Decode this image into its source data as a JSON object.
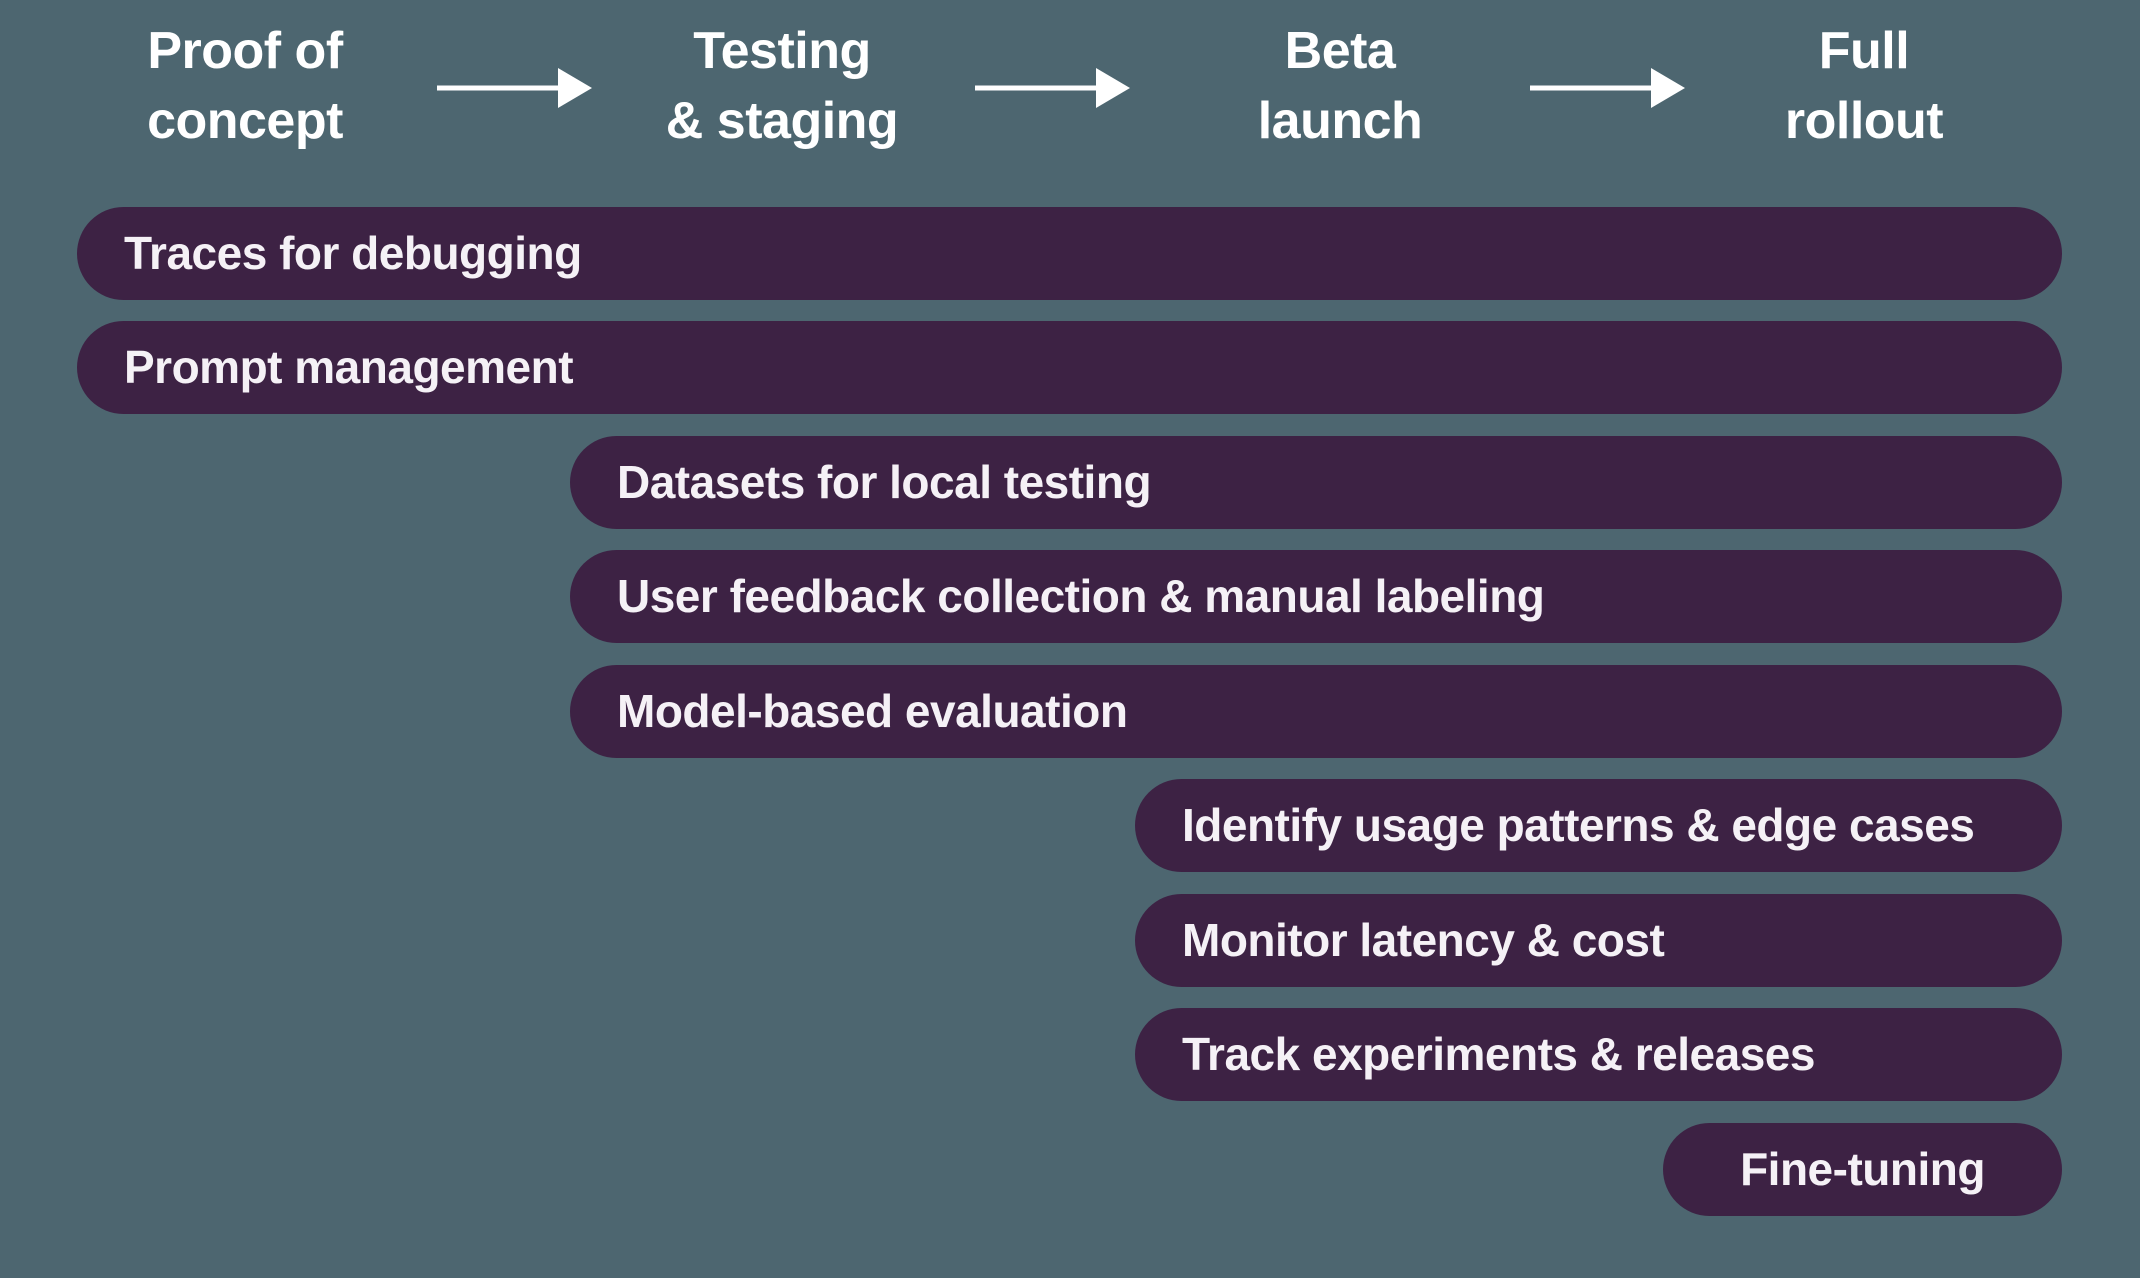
{
  "colors": {
    "background": "#4d6670",
    "bar": "#3d2244",
    "header_text": "#ffffff",
    "bar_text": "#f5f1f6"
  },
  "stages": [
    {
      "label": "Proof of\nconcept"
    },
    {
      "label": "Testing\n& staging"
    },
    {
      "label": "Beta\nlaunch"
    },
    {
      "label": "Full\nrollout"
    }
  ],
  "icons": {
    "stage_arrow": "arrow-right"
  },
  "bars": [
    {
      "label": "Traces for debugging",
      "starts_at_stage": "Proof of concept"
    },
    {
      "label": "Prompt management",
      "starts_at_stage": "Proof of concept"
    },
    {
      "label": "Datasets for local testing",
      "starts_at_stage": "Testing & staging"
    },
    {
      "label": "User feedback collection & manual labeling",
      "starts_at_stage": "Testing & staging"
    },
    {
      "label": "Model-based evaluation",
      "starts_at_stage": "Testing & staging"
    },
    {
      "label": "Identify usage patterns & edge cases",
      "starts_at_stage": "Beta launch"
    },
    {
      "label": "Monitor latency & cost",
      "starts_at_stage": "Beta launch"
    },
    {
      "label": "Track experiments & releases",
      "starts_at_stage": "Beta launch"
    },
    {
      "label": "Fine-tuning",
      "starts_at_stage": "Full rollout"
    }
  ]
}
